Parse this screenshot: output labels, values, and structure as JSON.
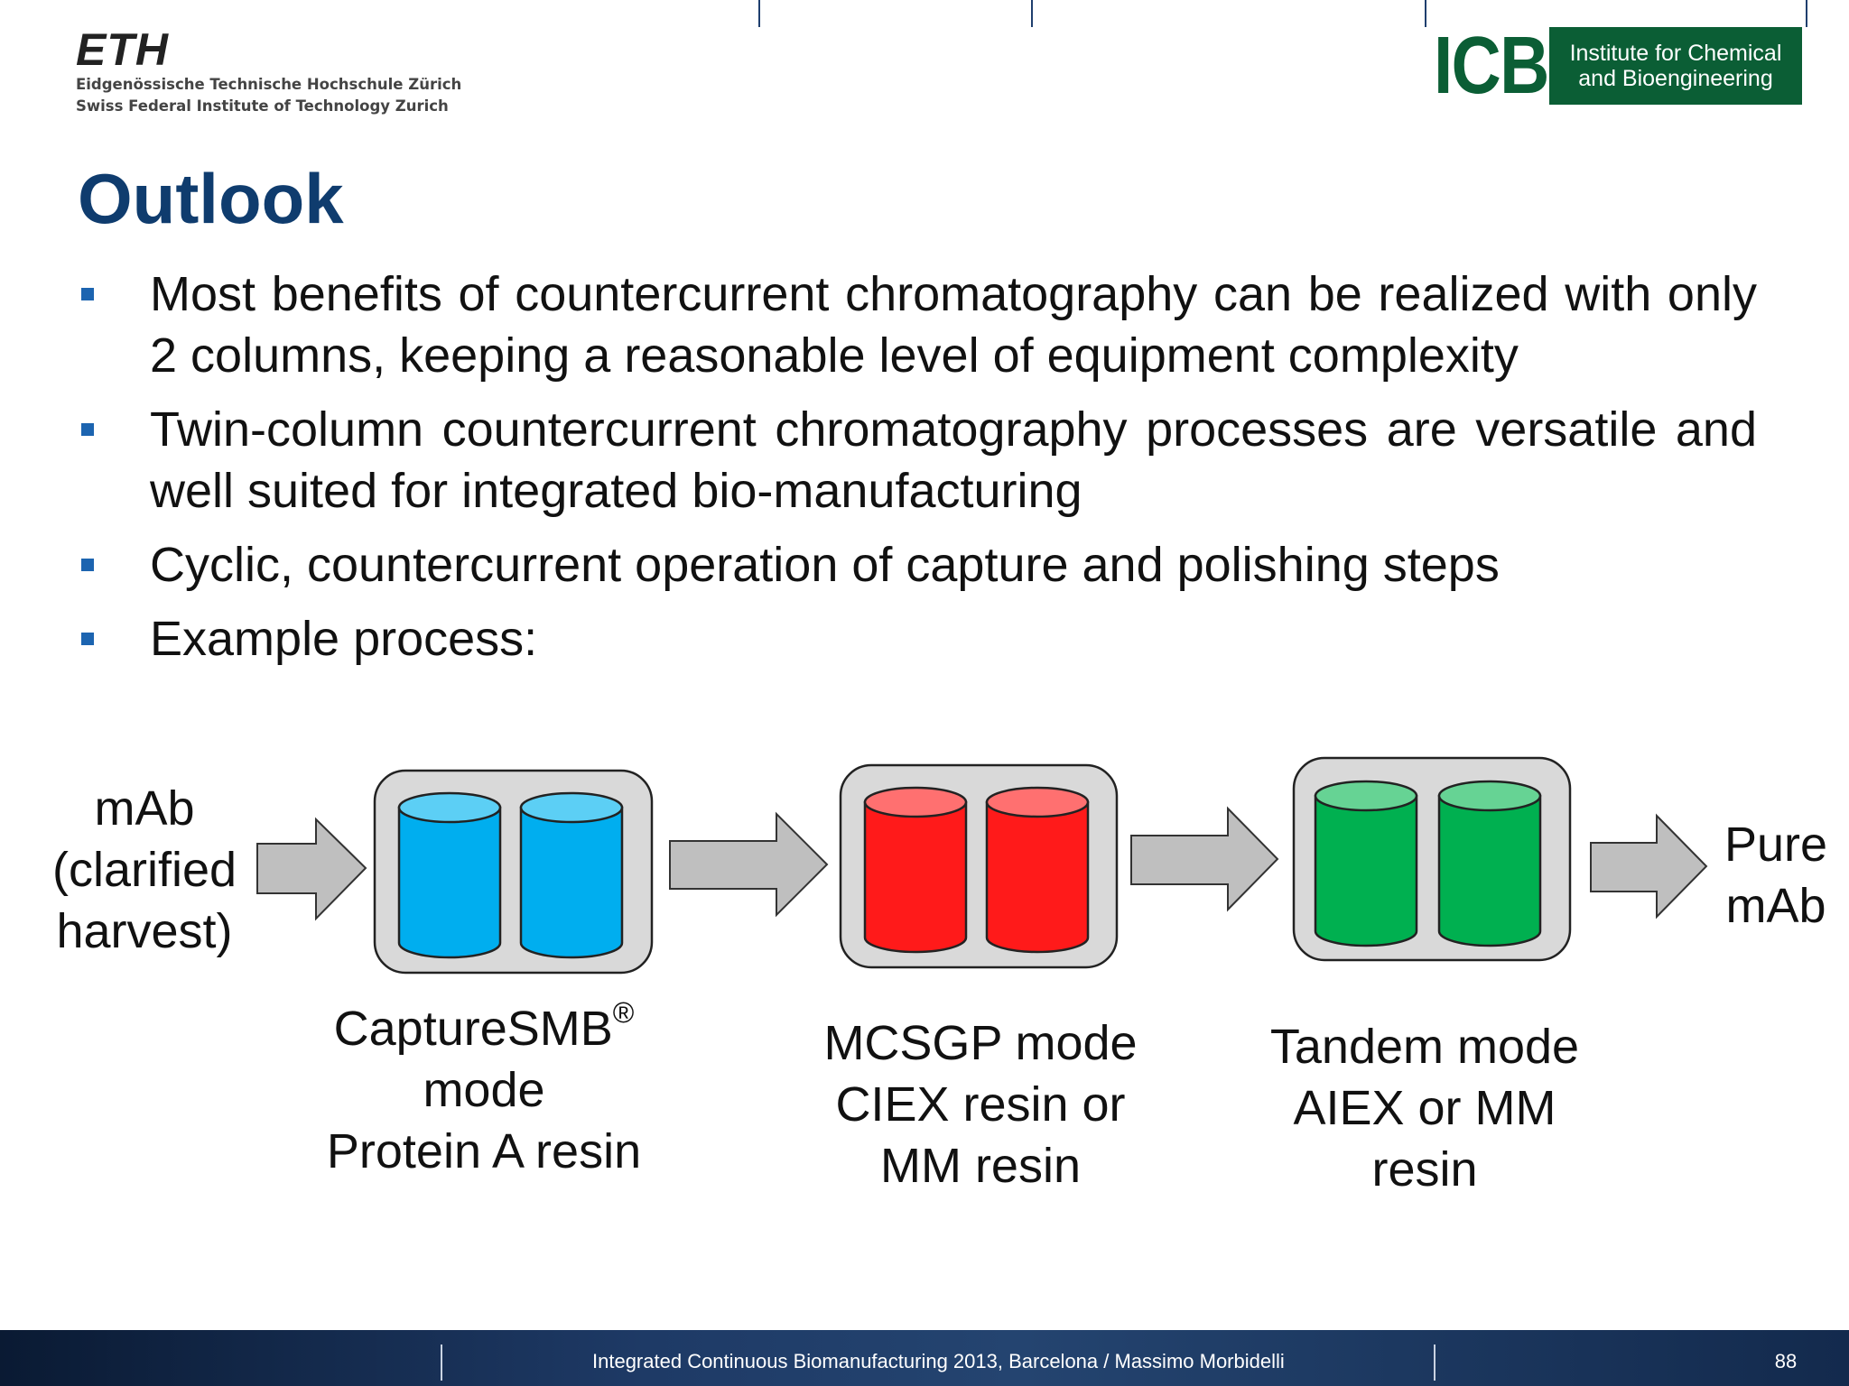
{
  "header": {
    "eth_wordmark": "ETH",
    "eth_line_1": "Eidgenössische Technische Hochschule Zürich",
    "eth_line_2": "Swiss Federal Institute of Technology Zurich",
    "icb_mark": "ICB",
    "icb_line_1": "Institute for Chemical",
    "icb_line_2": "and Bioengineering"
  },
  "title": "Outlook",
  "bullets": [
    "Most benefits of countercurrent chromatography can be realized with only 2 columns, keeping a reasonable level of equipment complexity",
    "Twin-column countercurrent chromatography processes are versatile and well suited for integrated bio-manufacturing",
    "Cyclic, countercurrent operation of capture and polishing steps",
    "Example process:"
  ],
  "diagram": {
    "input_label": [
      "mAb",
      "(clarified",
      "harvest)"
    ],
    "output_label": [
      "Pure",
      "mAb"
    ],
    "steps": [
      {
        "lines": [
          "CaptureSMB",
          "mode",
          "Protein A resin"
        ],
        "superscript": "®",
        "body_color": "#00aeef",
        "top_color": "#5ccff5"
      },
      {
        "lines": [
          "MCSGP mode",
          "CIEX resin or",
          "MM resin"
        ],
        "body_color": "#ff1a1a",
        "top_color": "#ff7070"
      },
      {
        "lines": [
          "Tandem mode",
          "AIEX or MM",
          "resin"
        ],
        "body_color": "#00b050",
        "top_color": "#66d394"
      }
    ],
    "unit_fill": "#d9d9d9",
    "arrow_fill": "#bfbfbf"
  },
  "footer": {
    "text": "Integrated Continuous  Biomanufacturing  2013, Barcelona / Massimo Morbidelli",
    "page_number": "88"
  }
}
